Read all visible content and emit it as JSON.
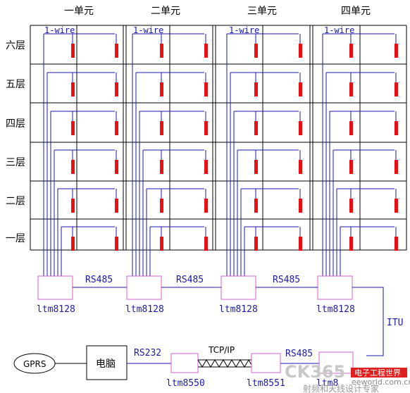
{
  "units": [
    "一单元",
    "二单元",
    "三单元",
    "四单元"
  ],
  "floors": [
    "六层",
    "五层",
    "四层",
    "三层",
    "二层",
    "一层"
  ],
  "bus_label": "1-wire",
  "module_label": "ltm8128",
  "link_label": "RS485",
  "itu_label": "ITU",
  "gprs_label": "GPRS",
  "pc_label": "电脑",
  "rs232_label": "RS232",
  "tcpip_label": "TCP/IP",
  "rs485_label": "RS485",
  "ltm8550_label": "ltm8550",
  "ltm8551_label": "ltm8551",
  "ltm_last_label": "ltm8",
  "watermark": {
    "logo": "CK365",
    "site": "eeworld.com.cn",
    "brand": "电子工程世界",
    "slogan": "射频和天线设计专家"
  },
  "colors": {
    "wire": "#1a1aa8",
    "sensor": "#e81010",
    "module_border": "#d060d0",
    "grid": "#000000"
  }
}
